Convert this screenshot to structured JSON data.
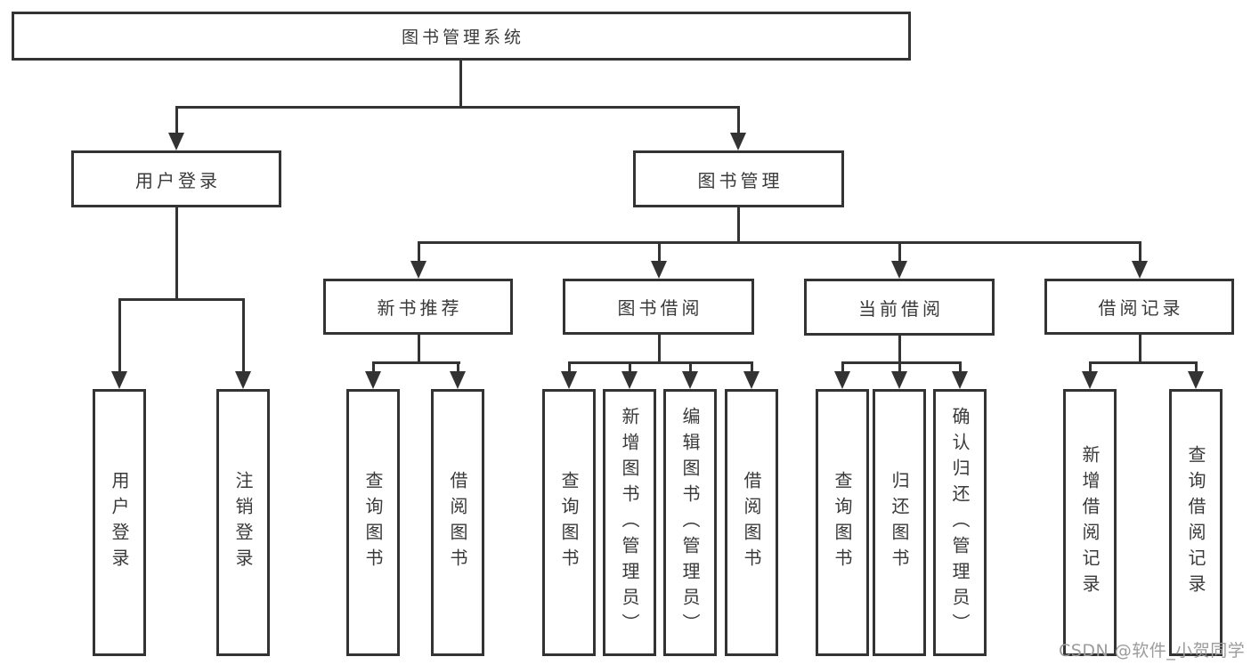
{
  "diagram": {
    "root": {
      "label": "图书管理系统"
    },
    "level2": [
      {
        "label": "用户登录"
      },
      {
        "label": "图书管理"
      }
    ],
    "level3": [
      {
        "label": "新书推荐"
      },
      {
        "label": "图书借阅"
      },
      {
        "label": "当前借阅"
      },
      {
        "label": "借阅记录"
      }
    ],
    "leaves": [
      {
        "label": "用户登录"
      },
      {
        "label": "注销登录"
      },
      {
        "label": "查询图书"
      },
      {
        "label": "借阅图书"
      },
      {
        "label": "查询图书"
      },
      {
        "label": "新增图书（管理员）"
      },
      {
        "label": "编辑图书（管理员）"
      },
      {
        "label": "借阅图书"
      },
      {
        "label": "查询图书"
      },
      {
        "label": "归还图书"
      },
      {
        "label": "确认归还（管理员）"
      },
      {
        "label": "新增借阅记录"
      },
      {
        "label": "查询借阅记录"
      }
    ]
  },
  "watermark": {
    "text": "CSDN @软件_小贺同学"
  },
  "colors": {
    "line": "#333333",
    "text": "#3a3a3a",
    "background": "#ffffff",
    "watermark": "#9c9c9c"
  }
}
